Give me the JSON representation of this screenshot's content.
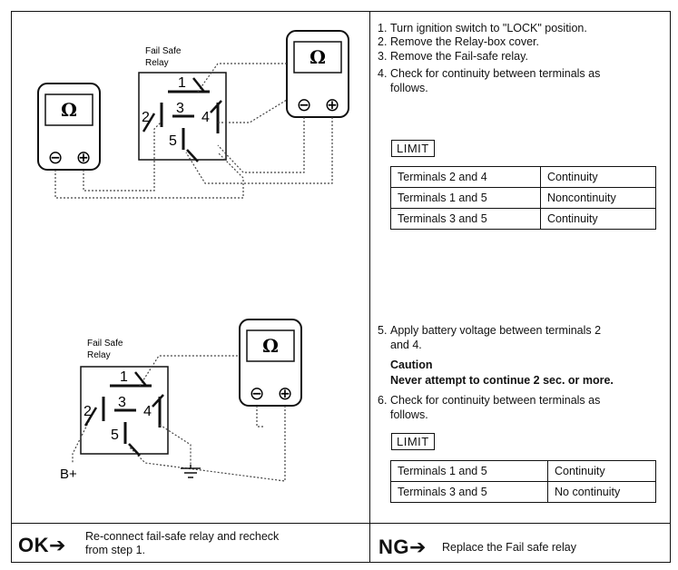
{
  "diagram1": {
    "relay_label_line1": "Fail Safe",
    "relay_label_line2": "Relay",
    "terminals": [
      "1",
      "2",
      "3",
      "4",
      "5"
    ]
  },
  "diagram2": {
    "relay_label_line1": "Fail Safe",
    "relay_label_line2": "Relay",
    "terminals": [
      "1",
      "2",
      "3",
      "4",
      "5"
    ],
    "battery_label": "B+"
  },
  "meter": {
    "symbol": "Ω",
    "minus": "⊖",
    "plus": "⊕"
  },
  "steps_part1": [
    {
      "num": "1.",
      "text": "Turn ignition switch to \"LOCK\" position."
    },
    {
      "num": "2.",
      "text": "Remove the Relay-box cover."
    },
    {
      "num": "3.",
      "text": "Remove the Fail-safe relay."
    },
    {
      "num": "4.",
      "text": "Check for continuity between terminals as"
    },
    {
      "num": "",
      "text": "follows."
    }
  ],
  "limit_label": "LIMIT",
  "table1": [
    {
      "terminals": "Terminals 2 and 4",
      "result": "Continuity"
    },
    {
      "terminals": "Terminals 1 and 5",
      "result": "Noncontinuity"
    },
    {
      "terminals": "Terminals 3 and 5",
      "result": "Continuity"
    }
  ],
  "steps_part2": [
    {
      "num": "5.",
      "text": "Apply battery voltage between terminals 2"
    },
    {
      "num": "",
      "text": "and 4."
    }
  ],
  "caution": {
    "title": "Caution",
    "text": "Never attempt to continue 2 sec. or more."
  },
  "steps_part3": [
    {
      "num": "6.",
      "text": "Check for continuity between terminals as"
    },
    {
      "num": "",
      "text": "follows."
    }
  ],
  "table2": [
    {
      "terminals": "Terminals 1 and 5",
      "result": "Continuity"
    },
    {
      "terminals": "Terminals 3 and 5",
      "result": "No continuity"
    }
  ],
  "footer": {
    "ok_label": "OK➔",
    "ok_text_line1": "Re-connect fail-safe relay and recheck",
    "ok_text_line2": "from step 1.",
    "ng_label": "NG➔",
    "ng_text": "Replace the Fail safe relay"
  }
}
